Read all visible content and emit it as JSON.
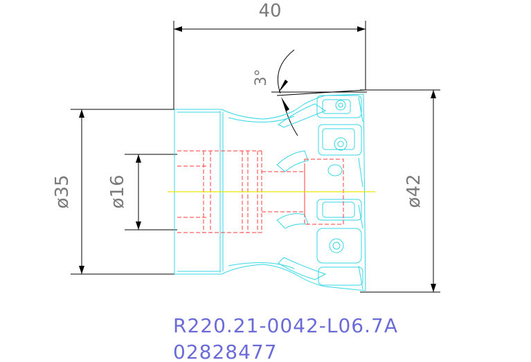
{
  "dimensions": {
    "length": "40",
    "angle": "3°",
    "dia_shank": "ø35",
    "dia_bore": "ø16",
    "dia_cut": "ø42"
  },
  "caption": {
    "part_number": "R220.21-0042-L06.7A",
    "code": "02828477"
  },
  "colors": {
    "background": "#ffffff",
    "dimension": "#000000",
    "dimension_text": "#7a7a7a",
    "body_outline": "#33d6e6",
    "hidden_lines": "#ff3b3b",
    "center_line": "#e6e600",
    "caption_text": "#6b6bd8"
  }
}
